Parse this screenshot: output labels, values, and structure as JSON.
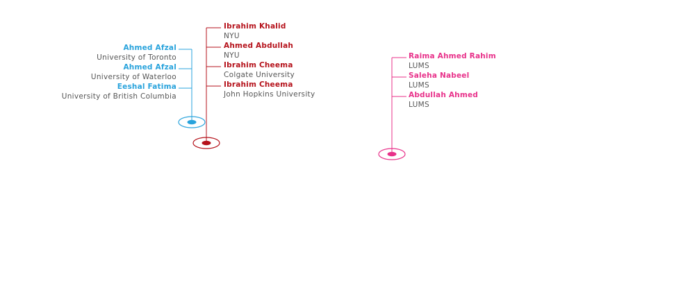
{
  "groups": [
    {
      "id": "blue",
      "color": "#29a3dc",
      "side": "left",
      "entries": [
        {
          "name": "Ahmed Afzal",
          "school": "University of Toronto"
        },
        {
          "name": "Ahmed Afzal",
          "school": "University of Waterloo"
        },
        {
          "name": "Eeshal Fatima",
          "school": "University of British Columbia"
        }
      ]
    },
    {
      "id": "red",
      "color": "#b5121b",
      "side": "right",
      "entries": [
        {
          "name": "Ibrahim Khalid",
          "school": "NYU"
        },
        {
          "name": "Ahmed Abdullah",
          "school": "NYU"
        },
        {
          "name": "Ibrahim Cheema",
          "school": "Colgate University"
        },
        {
          "name": "Ibrahim Cheema",
          "school": "John Hopkins University"
        }
      ]
    },
    {
      "id": "pink",
      "color": "#e8318a",
      "side": "right",
      "entries": [
        {
          "name": "Raima Ahmed Rahim",
          "school": "LUMS"
        },
        {
          "name": "Saleha Nabeel",
          "school": "LUMS"
        },
        {
          "name": "Abdullah Ahmed",
          "school": "LUMS"
        }
      ]
    }
  ]
}
